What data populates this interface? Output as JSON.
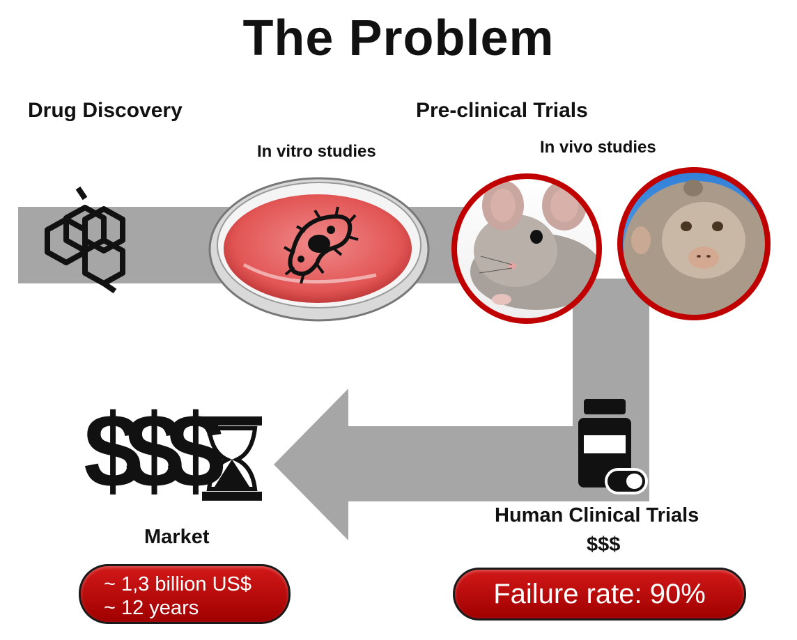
{
  "title": "The Problem",
  "stages": {
    "discovery": "Drug Discovery",
    "preclinical": "Pre-clinical Trials",
    "in_vitro": "In vitro studies",
    "in_vivo": "In vivo studies",
    "clinical": "Human Clinical Trials",
    "clinical_cost": "$$$",
    "market": "Market"
  },
  "market_badge": {
    "line1": "~ 1,3 billion US$",
    "line2": "~ 12 years"
  },
  "failure_badge": "Failure rate: 90%",
  "market_icon_text": "$$$",
  "icons": [
    "molecule-icon",
    "petri-dish-icon",
    "bacteria-icon",
    "mouse-photo",
    "monkey-photo",
    "pill-bottle-icon",
    "dollar-signs-icon",
    "hourglass-icon"
  ],
  "colors": {
    "track": "#a6a6a6",
    "badge": "#c00000",
    "photo_ring": "#c00000"
  }
}
